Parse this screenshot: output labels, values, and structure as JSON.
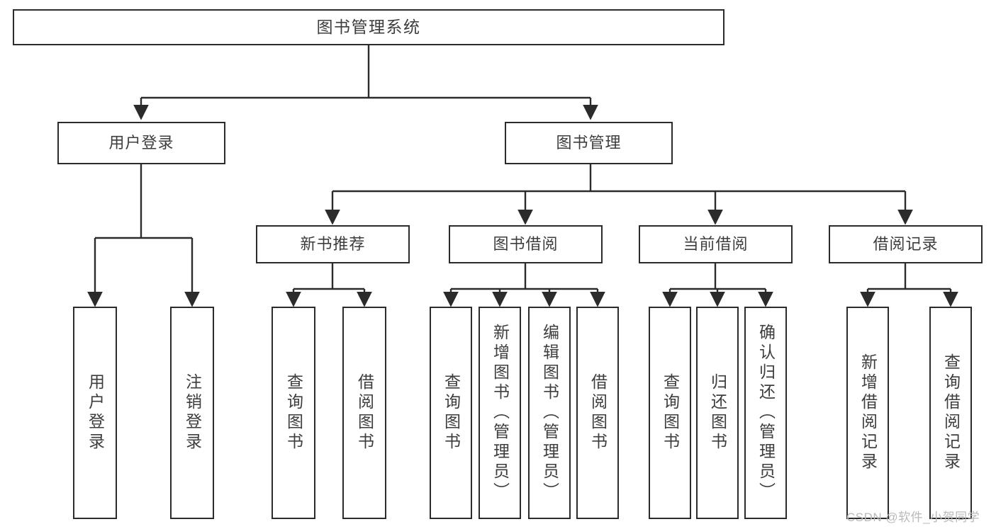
{
  "diagram": {
    "title": "图书管理系统",
    "type": "tree",
    "line_color": "#2b2b2b",
    "box_fill": "#ffffff",
    "text_color": "#3d3d3d",
    "watermark_color": "#b9b9b9"
  },
  "watermark": {
    "text": "CSDN @软件_小贺同学"
  },
  "nodes": {
    "root": {
      "label": "图书管理系统"
    },
    "level2": [
      {
        "id": "user-login",
        "label": "用户登录"
      },
      {
        "id": "book-manage",
        "label": "图书管理"
      }
    ],
    "level3": [
      {
        "id": "new-book-rec",
        "label": "新书推荐"
      },
      {
        "id": "book-borrow",
        "label": "图书借阅"
      },
      {
        "id": "current-borrow",
        "label": "当前借阅"
      },
      {
        "id": "borrow-record",
        "label": "借阅记录"
      }
    ],
    "leaves": {
      "user_login": [
        {
          "id": "leaf-user-login",
          "label": "用户登录"
        },
        {
          "id": "leaf-logout",
          "label": "注销登录"
        }
      ],
      "new_book_rec": [
        {
          "id": "leaf-query-book-1",
          "label": "查询图书"
        },
        {
          "id": "leaf-borrow-book-1",
          "label": "借阅图书"
        }
      ],
      "book_borrow": [
        {
          "id": "leaf-query-book-2",
          "label": "查询图书"
        },
        {
          "id": "leaf-add-book",
          "label": "新增图书（管理员）"
        },
        {
          "id": "leaf-edit-book",
          "label": "编辑图书（管理员）"
        },
        {
          "id": "leaf-borrow-book-2",
          "label": "借阅图书"
        }
      ],
      "current_borrow": [
        {
          "id": "leaf-query-book-3",
          "label": "查询图书"
        },
        {
          "id": "leaf-return-book",
          "label": "归还图书"
        },
        {
          "id": "leaf-confirm-return",
          "label": "确认归还（管理员）"
        }
      ],
      "borrow_record": [
        {
          "id": "leaf-add-record",
          "label": "新增借阅记录"
        },
        {
          "id": "leaf-query-record",
          "label": "查询借阅记录"
        }
      ]
    }
  }
}
